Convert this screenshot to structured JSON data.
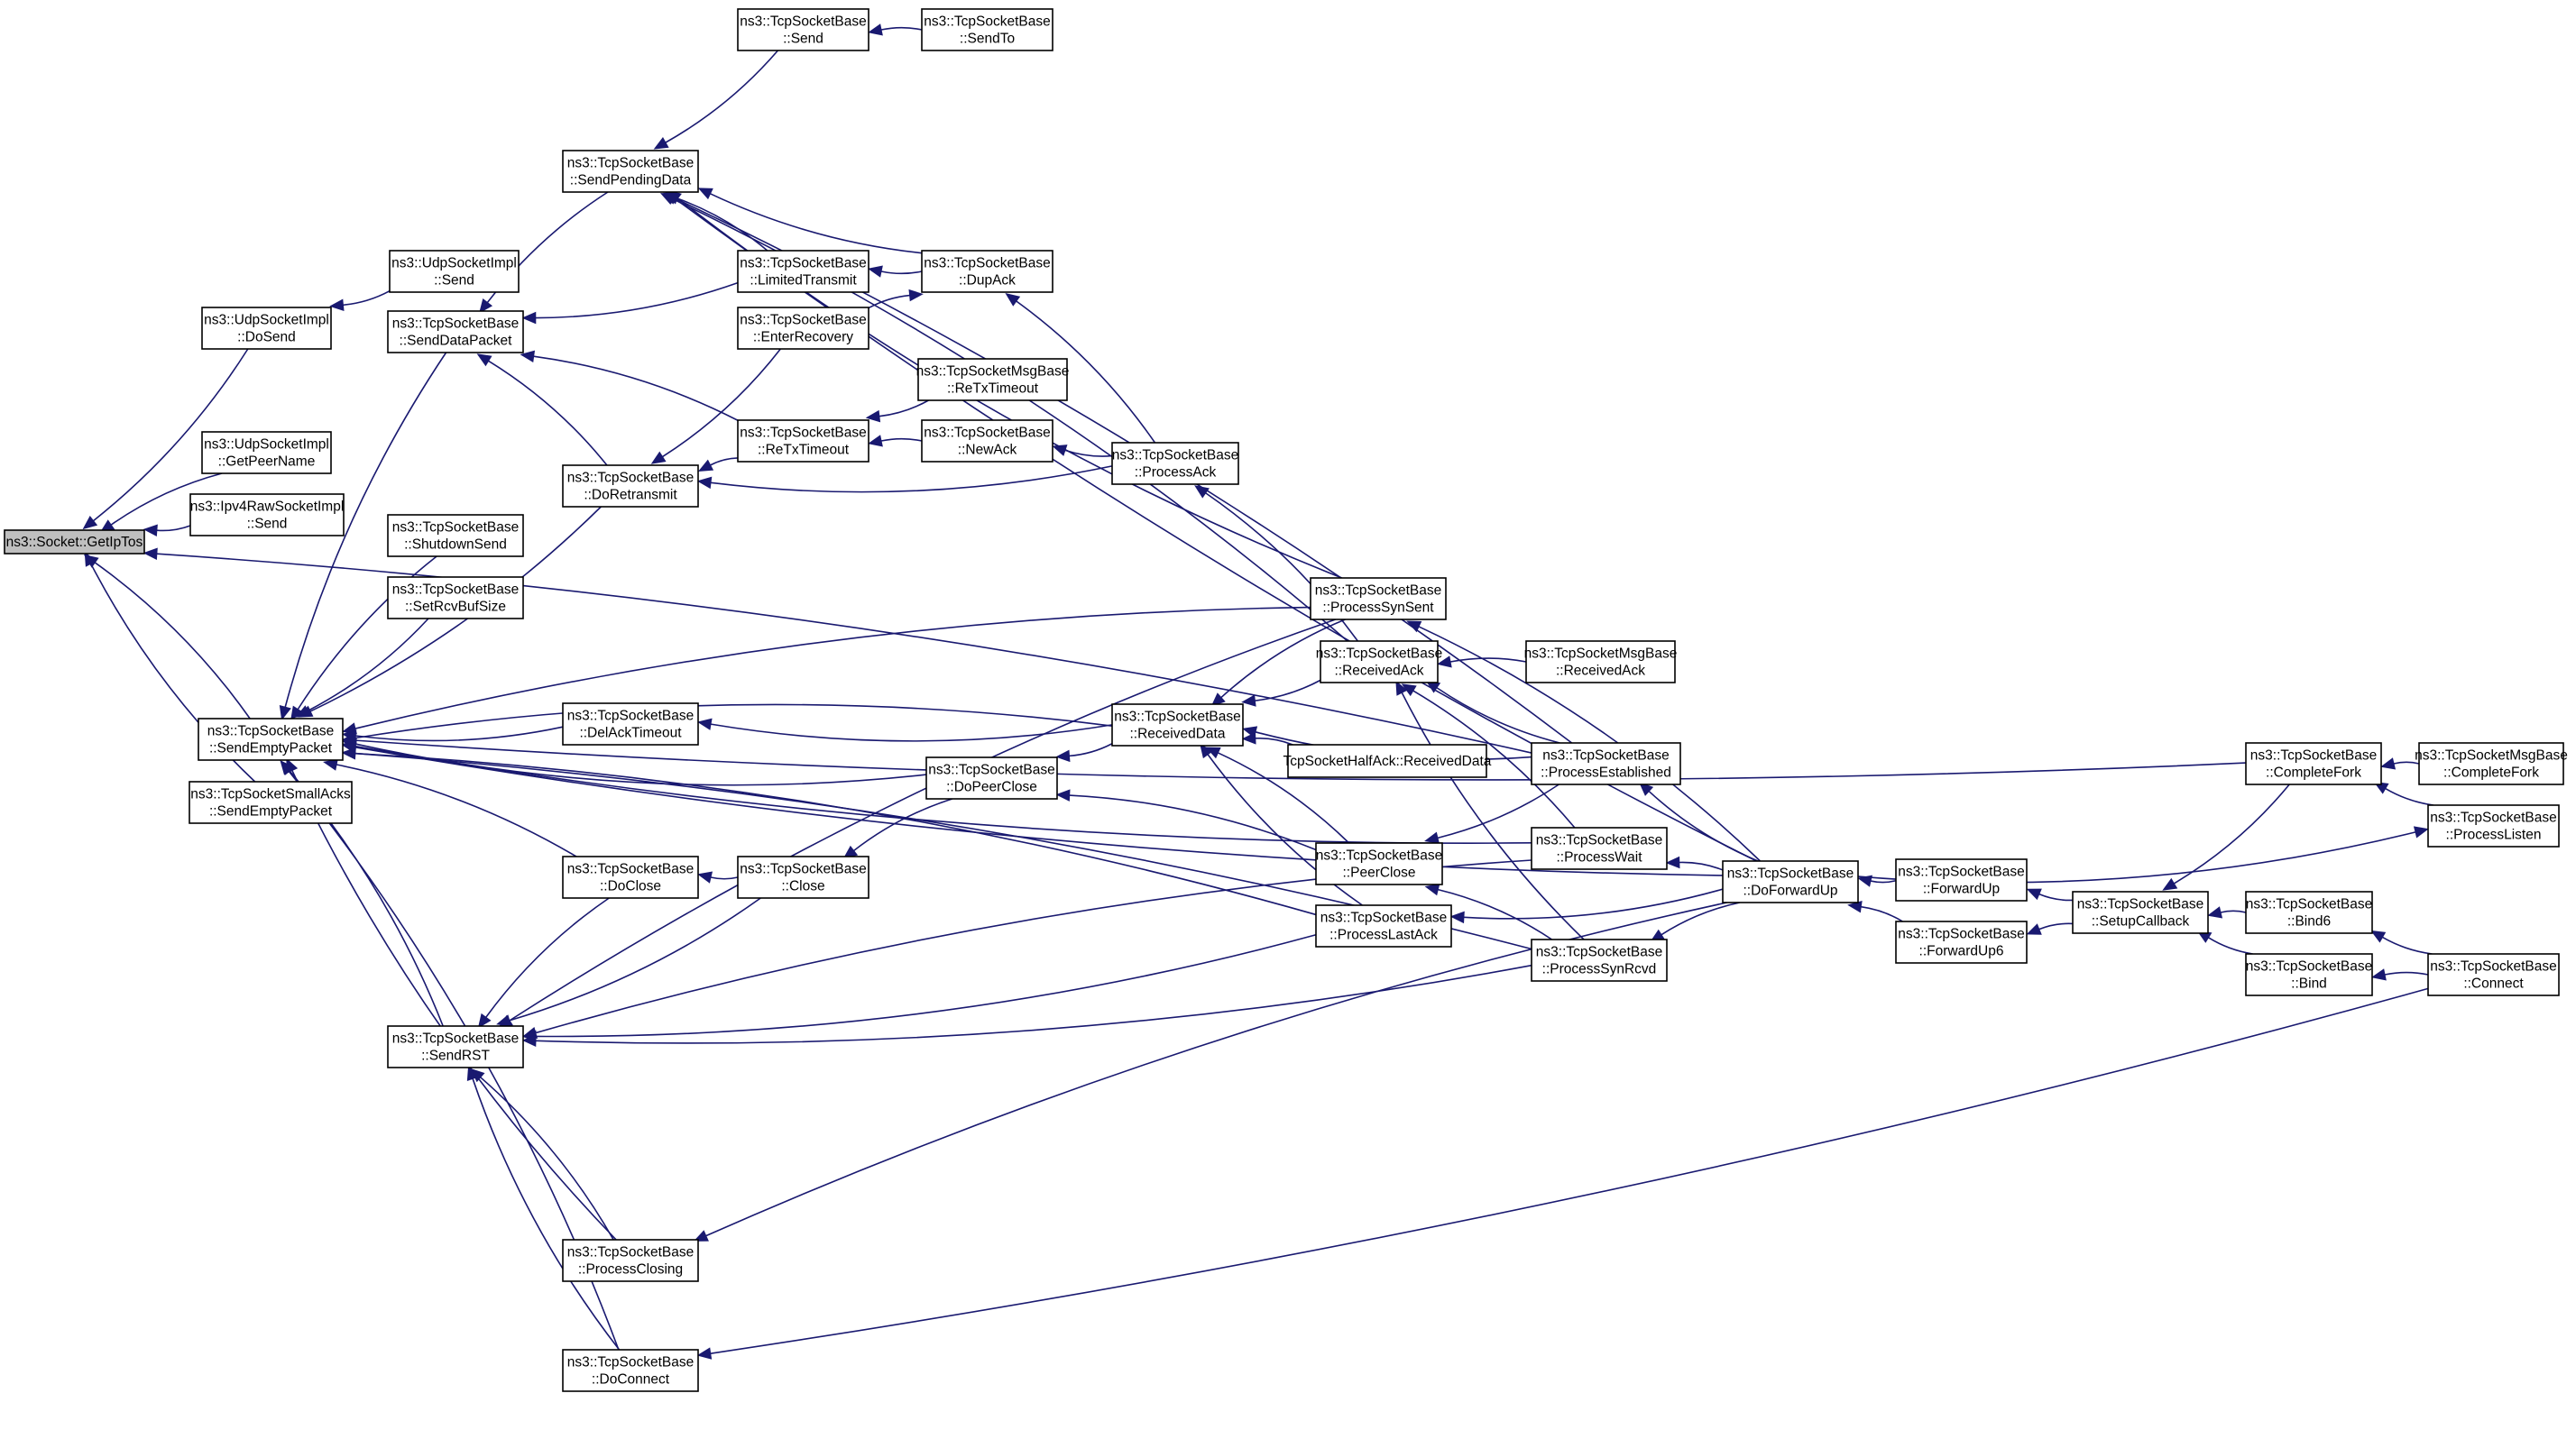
{
  "diagram": {
    "nodes": [
      {
        "id": "getiptos",
        "lines": [
          "ns3::Socket::GetIpTos"
        ],
        "root": true
      },
      {
        "id": "udp_dosend",
        "lines": [
          "ns3::UdpSocketImpl",
          "::DoSend"
        ]
      },
      {
        "id": "udp_send",
        "lines": [
          "ns3::UdpSocketImpl",
          "::Send"
        ]
      },
      {
        "id": "udp_getpeername",
        "lines": [
          "ns3::UdpSocketImpl",
          "::GetPeerName"
        ]
      },
      {
        "id": "ipv4raw_send",
        "lines": [
          "ns3::Ipv4RawSocketImpl",
          "::Send"
        ]
      },
      {
        "id": "sendemptypacket",
        "lines": [
          "ns3::TcpSocketBase",
          "::SendEmptyPacket"
        ]
      },
      {
        "id": "smallacks_sendempty",
        "lines": [
          "ns3::TcpSocketSmallAcks",
          "::SendEmptyPacket"
        ]
      },
      {
        "id": "send",
        "lines": [
          "ns3::TcpSocketBase",
          "::Send"
        ]
      },
      {
        "id": "sendto",
        "lines": [
          "ns3::TcpSocketBase",
          "::SendTo"
        ]
      },
      {
        "id": "sendpendingdata",
        "lines": [
          "ns3::TcpSocketBase",
          "::SendPendingData"
        ]
      },
      {
        "id": "senddatapacket",
        "lines": [
          "ns3::TcpSocketBase",
          "::SendDataPacket"
        ]
      },
      {
        "id": "limitedtransmit",
        "lines": [
          "ns3::TcpSocketBase",
          "::LimitedTransmit"
        ]
      },
      {
        "id": "dupack",
        "lines": [
          "ns3::TcpSocketBase",
          "::DupAck"
        ]
      },
      {
        "id": "enterrecovery",
        "lines": [
          "ns3::TcpSocketBase",
          "::EnterRecovery"
        ]
      },
      {
        "id": "msg_retxtimeout",
        "lines": [
          "ns3::TcpSocketMsgBase",
          "::ReTxTimeout"
        ]
      },
      {
        "id": "retxtimeout",
        "lines": [
          "ns3::TcpSocketBase",
          "::ReTxTimeout"
        ]
      },
      {
        "id": "newack",
        "lines": [
          "ns3::TcpSocketBase",
          "::NewAck"
        ]
      },
      {
        "id": "processack",
        "lines": [
          "ns3::TcpSocketBase",
          "::ProcessAck"
        ]
      },
      {
        "id": "doretransmit",
        "lines": [
          "ns3::TcpSocketBase",
          "::DoRetransmit"
        ]
      },
      {
        "id": "shutdownsend",
        "lines": [
          "ns3::TcpSocketBase",
          "::ShutdownSend"
        ]
      },
      {
        "id": "setrcvbufsize",
        "lines": [
          "ns3::TcpSocketBase",
          "::SetRcvBufSize"
        ]
      },
      {
        "id": "processsynsent",
        "lines": [
          "ns3::TcpSocketBase",
          "::ProcessSynSent"
        ]
      },
      {
        "id": "receivedack",
        "lines": [
          "ns3::TcpSocketBase",
          "::ReceivedAck"
        ]
      },
      {
        "id": "msg_receivedack",
        "lines": [
          "ns3::TcpSocketMsgBase",
          "::ReceivedAck"
        ]
      },
      {
        "id": "delacktimeout",
        "lines": [
          "ns3::TcpSocketBase",
          "::DelAckTimeout"
        ]
      },
      {
        "id": "receiveddata",
        "lines": [
          "ns3::TcpSocketBase",
          "::ReceivedData"
        ]
      },
      {
        "id": "halfack_receiveddata",
        "lines": [
          "TcpSocketHalfAck::ReceivedData"
        ]
      },
      {
        "id": "processestablished",
        "lines": [
          "ns3::TcpSocketBase",
          "::ProcessEstablished"
        ]
      },
      {
        "id": "dopeerclose",
        "lines": [
          "ns3::TcpSocketBase",
          "::DoPeerClose"
        ]
      },
      {
        "id": "peerclose",
        "lines": [
          "ns3::TcpSocketBase",
          "::PeerClose"
        ]
      },
      {
        "id": "processwait",
        "lines": [
          "ns3::TcpSocketBase",
          "::ProcessWait"
        ]
      },
      {
        "id": "doclose",
        "lines": [
          "ns3::TcpSocketBase",
          "::DoClose"
        ]
      },
      {
        "id": "close",
        "lines": [
          "ns3::TcpSocketBase",
          "::Close"
        ]
      },
      {
        "id": "processlastack",
        "lines": [
          "ns3::TcpSocketBase",
          "::ProcessLastAck"
        ]
      },
      {
        "id": "processsynrcvd",
        "lines": [
          "ns3::TcpSocketBase",
          "::ProcessSynRcvd"
        ]
      },
      {
        "id": "doforwardup",
        "lines": [
          "ns3::TcpSocketBase",
          "::DoForwardUp"
        ]
      },
      {
        "id": "sendrst",
        "lines": [
          "ns3::TcpSocketBase",
          "::SendRST"
        ]
      },
      {
        "id": "processclosing",
        "lines": [
          "ns3::TcpSocketBase",
          "::ProcessClosing"
        ]
      },
      {
        "id": "doconnect",
        "lines": [
          "ns3::TcpSocketBase",
          "::DoConnect"
        ]
      },
      {
        "id": "forwardup",
        "lines": [
          "ns3::TcpSocketBase",
          "::ForwardUp"
        ]
      },
      {
        "id": "forwardup6",
        "lines": [
          "ns3::TcpSocketBase",
          "::ForwardUp6"
        ]
      },
      {
        "id": "setupcallback",
        "lines": [
          "ns3::TcpSocketBase",
          "::SetupCallback"
        ]
      },
      {
        "id": "completefork",
        "lines": [
          "ns3::TcpSocketBase",
          "::CompleteFork"
        ]
      },
      {
        "id": "msg_completefork",
        "lines": [
          "ns3::TcpSocketMsgBase",
          "::CompleteFork"
        ]
      },
      {
        "id": "processlisten",
        "lines": [
          "ns3::TcpSocketBase",
          "::ProcessListen"
        ]
      },
      {
        "id": "bind6",
        "lines": [
          "ns3::TcpSocketBase",
          "::Bind6"
        ]
      },
      {
        "id": "bind",
        "lines": [
          "ns3::TcpSocketBase",
          "::Bind"
        ]
      },
      {
        "id": "connect",
        "lines": [
          "ns3::TcpSocketBase",
          "::Connect"
        ]
      }
    ],
    "edges": [
      [
        "udp_dosend",
        "getiptos"
      ],
      [
        "udp_getpeername",
        "getiptos"
      ],
      [
        "ipv4raw_send",
        "getiptos"
      ],
      [
        "sendemptypacket",
        "getiptos"
      ],
      [
        "smallacks_sendempty",
        "getiptos"
      ],
      [
        "processestablished",
        "getiptos"
      ],
      [
        "udp_send",
        "udp_dosend"
      ],
      [
        "sendto",
        "send"
      ],
      [
        "send",
        "sendpendingdata"
      ],
      [
        "processestablished",
        "sendpendingdata"
      ],
      [
        "processsynsent",
        "sendpendingdata"
      ],
      [
        "limitedtransmit",
        "sendpendingdata"
      ],
      [
        "dupack",
        "sendpendingdata"
      ],
      [
        "receivedack",
        "sendpendingdata"
      ],
      [
        "doforwardup",
        "sendpendingdata"
      ],
      [
        "sendpendingdata",
        "senddatapacket"
      ],
      [
        "limitedtransmit",
        "senddatapacket"
      ],
      [
        "doretransmit",
        "senddatapacket"
      ],
      [
        "dupack",
        "limitedtransmit"
      ],
      [
        "processack",
        "dupack"
      ],
      [
        "enterrecovery",
        "dupack"
      ],
      [
        "retxtimeout",
        "senddatapacket"
      ],
      [
        "msg_retxtimeout",
        "retxtimeout"
      ],
      [
        "newack",
        "retxtimeout"
      ],
      [
        "processack",
        "newack"
      ],
      [
        "receivedack",
        "processack"
      ],
      [
        "enterrecovery",
        "doretransmit"
      ],
      [
        "retxtimeout",
        "doretransmit"
      ],
      [
        "processack",
        "doretransmit"
      ],
      [
        "senddatapacket",
        "sendemptypacket"
      ],
      [
        "doretransmit",
        "sendemptypacket"
      ],
      [
        "shutdownsend",
        "sendemptypacket"
      ],
      [
        "setrcvbufsize",
        "sendemptypacket"
      ],
      [
        "processsynsent",
        "sendemptypacket"
      ],
      [
        "delacktimeout",
        "sendemptypacket"
      ],
      [
        "receiveddata",
        "sendemptypacket"
      ],
      [
        "dopeerclose",
        "sendemptypacket"
      ],
      [
        "processlastack",
        "sendemptypacket"
      ],
      [
        "processwait",
        "sendemptypacket"
      ],
      [
        "doclose",
        "sendemptypacket"
      ],
      [
        "processclosing",
        "sendemptypacket"
      ],
      [
        "doconnect",
        "sendemptypacket"
      ],
      [
        "completefork",
        "sendemptypacket"
      ],
      [
        "processsynrcvd",
        "sendemptypacket"
      ],
      [
        "doforwardup",
        "sendemptypacket"
      ],
      [
        "sendrst",
        "sendemptypacket"
      ],
      [
        "receiveddata",
        "delacktimeout"
      ],
      [
        "processsynsent",
        "receiveddata"
      ],
      [
        "receivedack",
        "receiveddata"
      ],
      [
        "halfack_receiveddata",
        "receiveddata"
      ],
      [
        "processestablished",
        "receiveddata"
      ],
      [
        "peerclose",
        "receiveddata"
      ],
      [
        "processlastack",
        "receiveddata"
      ],
      [
        "msg_receivedack",
        "receivedack"
      ],
      [
        "processestablished",
        "receivedack"
      ],
      [
        "processwait",
        "receivedack"
      ],
      [
        "processsynrcvd",
        "receivedack"
      ],
      [
        "doforwardup",
        "processsynsent"
      ],
      [
        "receiveddata",
        "dopeerclose"
      ],
      [
        "peerclose",
        "dopeerclose"
      ],
      [
        "close",
        "doclose"
      ],
      [
        "dopeerclose",
        "close"
      ],
      [
        "processestablished",
        "peerclose"
      ],
      [
        "processsynrcvd",
        "peerclose"
      ],
      [
        "doforwardup",
        "processestablished"
      ],
      [
        "doforwardup",
        "processwait"
      ],
      [
        "doforwardup",
        "processlastack"
      ],
      [
        "doforwardup",
        "processsynrcvd"
      ],
      [
        "forwardup",
        "doforwardup"
      ],
      [
        "forwardup6",
        "doforwardup"
      ],
      [
        "setupcallback",
        "forwardup"
      ],
      [
        "setupcallback",
        "forwardup6"
      ],
      [
        "completefork",
        "setupcallback"
      ],
      [
        "bind6",
        "setupcallback"
      ],
      [
        "bind",
        "setupcallback"
      ],
      [
        "msg_completefork",
        "completefork"
      ],
      [
        "processlisten",
        "completefork"
      ],
      [
        "doforwardup",
        "processlisten"
      ],
      [
        "connect",
        "bind6"
      ],
      [
        "connect",
        "bind"
      ],
      [
        "connect",
        "doconnect"
      ],
      [
        "doclose",
        "sendrst"
      ],
      [
        "close",
        "sendrst"
      ],
      [
        "processsynsent",
        "sendrst"
      ],
      [
        "processlastack",
        "sendrst"
      ],
      [
        "processwait",
        "sendrst"
      ],
      [
        "processsynrcvd",
        "sendrst"
      ],
      [
        "processclosing",
        "sendrst"
      ],
      [
        "doconnect",
        "sendrst"
      ],
      [
        "doforwardup",
        "processclosing"
      ]
    ]
  }
}
